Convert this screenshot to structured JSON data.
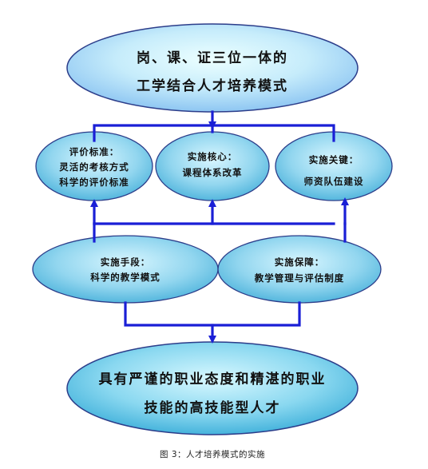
{
  "colors": {
    "connector": "#1a1fd6",
    "node_light": "#d8f6ff",
    "node_dark": "#4fb4dc",
    "top_light": "#ecffff",
    "top_dark": "#8ec6f2"
  },
  "nodes": {
    "top": {
      "line1": "岗、课、证三位一体的",
      "line2": "工学结合人才培养模式"
    },
    "eval": {
      "line1": "评价标准：",
      "line2": "灵活的考核方式",
      "line3": "科学的评价标准"
    },
    "core": {
      "line1": "实施核心：",
      "line2": "课程体系改革"
    },
    "key": {
      "line1": "实施关键：",
      "line2": "师资队伍建设"
    },
    "means": {
      "line1": "实施手段：",
      "line2": "科学的教学模式"
    },
    "support": {
      "line1": "实施保障：",
      "line2": "教学管理与评估制度"
    },
    "bottom": {
      "line1": "具有严谨的职业态度和精湛的职业",
      "line2": "技能的高技能型人才"
    }
  },
  "caption": "图 3：人才培养模式的实施"
}
